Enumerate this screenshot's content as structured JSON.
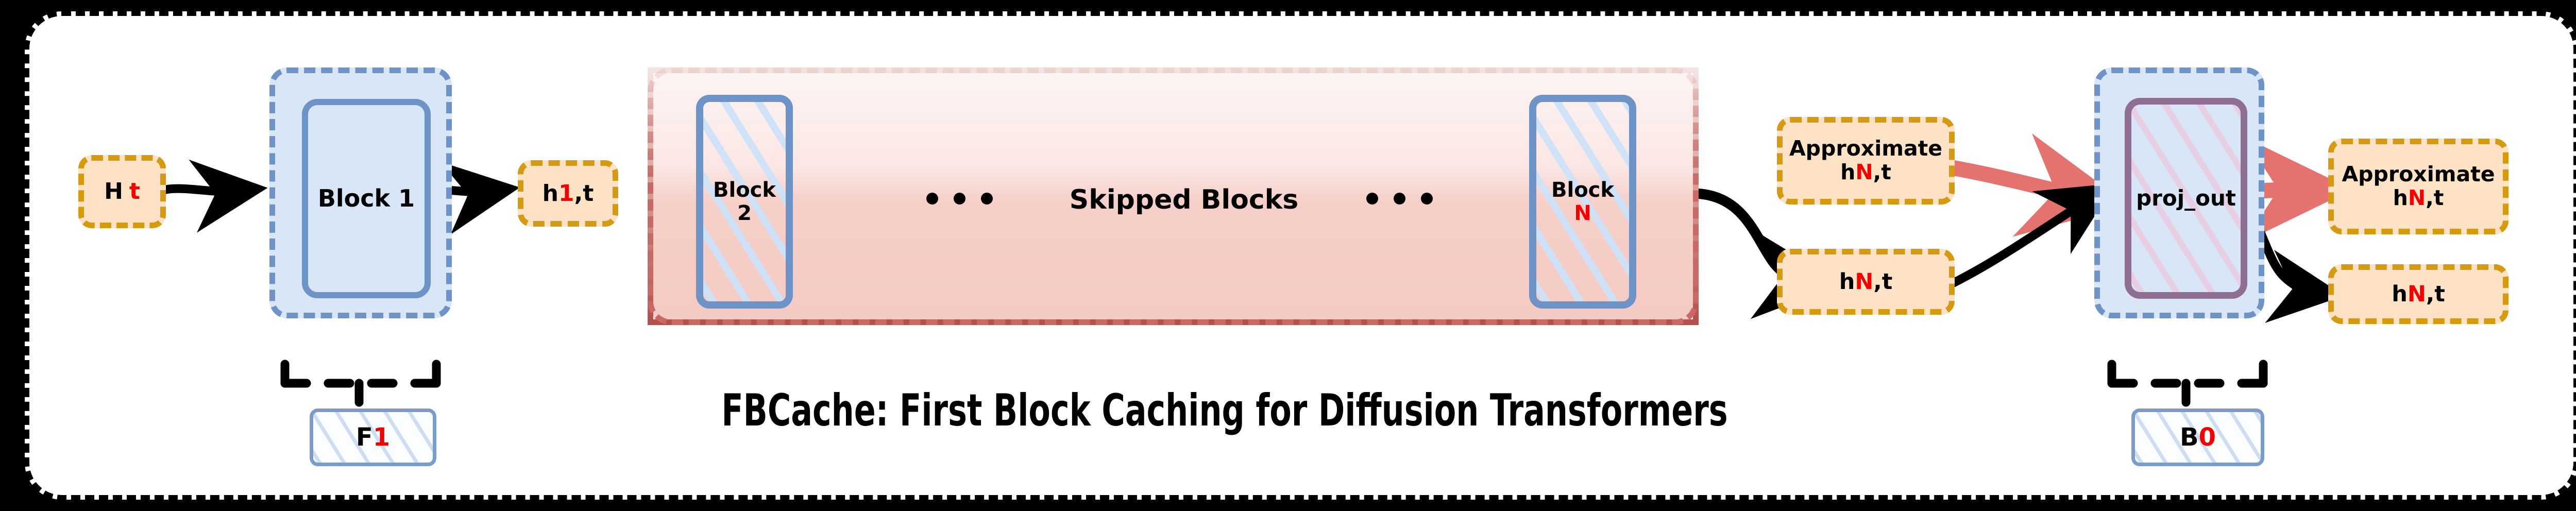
{
  "figure": {
    "caption": "FBCache: First Block Caching for Diffusion Transformers",
    "accent_red": "#f50000",
    "pill_fill": "#fde2c5",
    "pill_border": "#d69a11",
    "block_border_blue": "#6e93c6",
    "block_fill_blue": "#d8e6f8",
    "proj_border_purple": "#8e6f93",
    "skipped_border_red": "#b4514c",
    "arrow_black": "#000000",
    "arrow_red": "#e4726e"
  },
  "input": {
    "label_main": "H",
    "label_sub": "t"
  },
  "first_block": {
    "label": "Block 1"
  },
  "first_output": {
    "prefix": "h",
    "index": "1",
    "suffix": ",t"
  },
  "skipped": {
    "title": "Skipped Blocks",
    "ellipsis_left": "• • •",
    "ellipsis_right": "• • •",
    "blocks": [
      {
        "name": "Block",
        "index": "2",
        "index_color": "black"
      },
      {
        "name": "Block",
        "index": "N",
        "index_color": "red"
      }
    ]
  },
  "residual_in": {
    "approx": {
      "line1": "Approximate",
      "prefix": "h",
      "index": "N",
      "suffix": ",t"
    },
    "exact": {
      "prefix": "h",
      "index": "N",
      "suffix": ",t"
    }
  },
  "proj_out": {
    "label": "proj_out"
  },
  "residual_out": {
    "approx": {
      "line1": "Approximate",
      "prefix": "h",
      "index": "N",
      "suffix": ",t"
    },
    "exact": {
      "prefix": "h",
      "index": "N",
      "suffix": ",t"
    }
  },
  "cache_tags": {
    "first": {
      "letter": "F",
      "digit": "1"
    },
    "last": {
      "letter": "B",
      "digit": "0"
    }
  }
}
